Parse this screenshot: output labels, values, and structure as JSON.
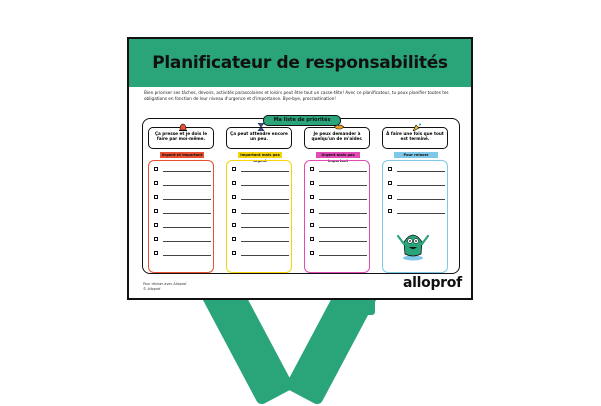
{
  "title": "Planificateur de responsabilités",
  "intro": "Bien prioriser ses tâches, devoirs, activités parascolaires et loisirs peut être tout un casse-tête! Avec ce planificateur, tu peux planifier toutes tes obligations en fonction de leur niveau d'urgence et d'importance. Bye-bye, procrastination!",
  "list_title": "Ma liste de priorités",
  "columns": [
    {
      "bubble": "Ça presse et je dois le faire par moi-même.",
      "badge": "Urgent et important",
      "color": "#e8502f",
      "icon": "alarm-icon"
    },
    {
      "bubble": "Ça peut attendre encore un peu.",
      "badge": "Important mais pas urgent",
      "color": "#f5d50a",
      "icon": "hourglass-icon"
    },
    {
      "bubble": "Je peux demander à quelqu'un de m'aider.",
      "badge": "Urgent mais pas important",
      "color": "#e24bb5",
      "icon": "handshake-icon"
    },
    {
      "bubble": "À faire une fois que tout est terminé.",
      "badge": "Pour relaxer",
      "color": "#7fc8e8",
      "icon": "party-popper-icon"
    }
  ],
  "footnote": "Pour réviser avec Alloprof\n© Alloprof",
  "logo": "alloprof",
  "accent": "#2aa57a"
}
